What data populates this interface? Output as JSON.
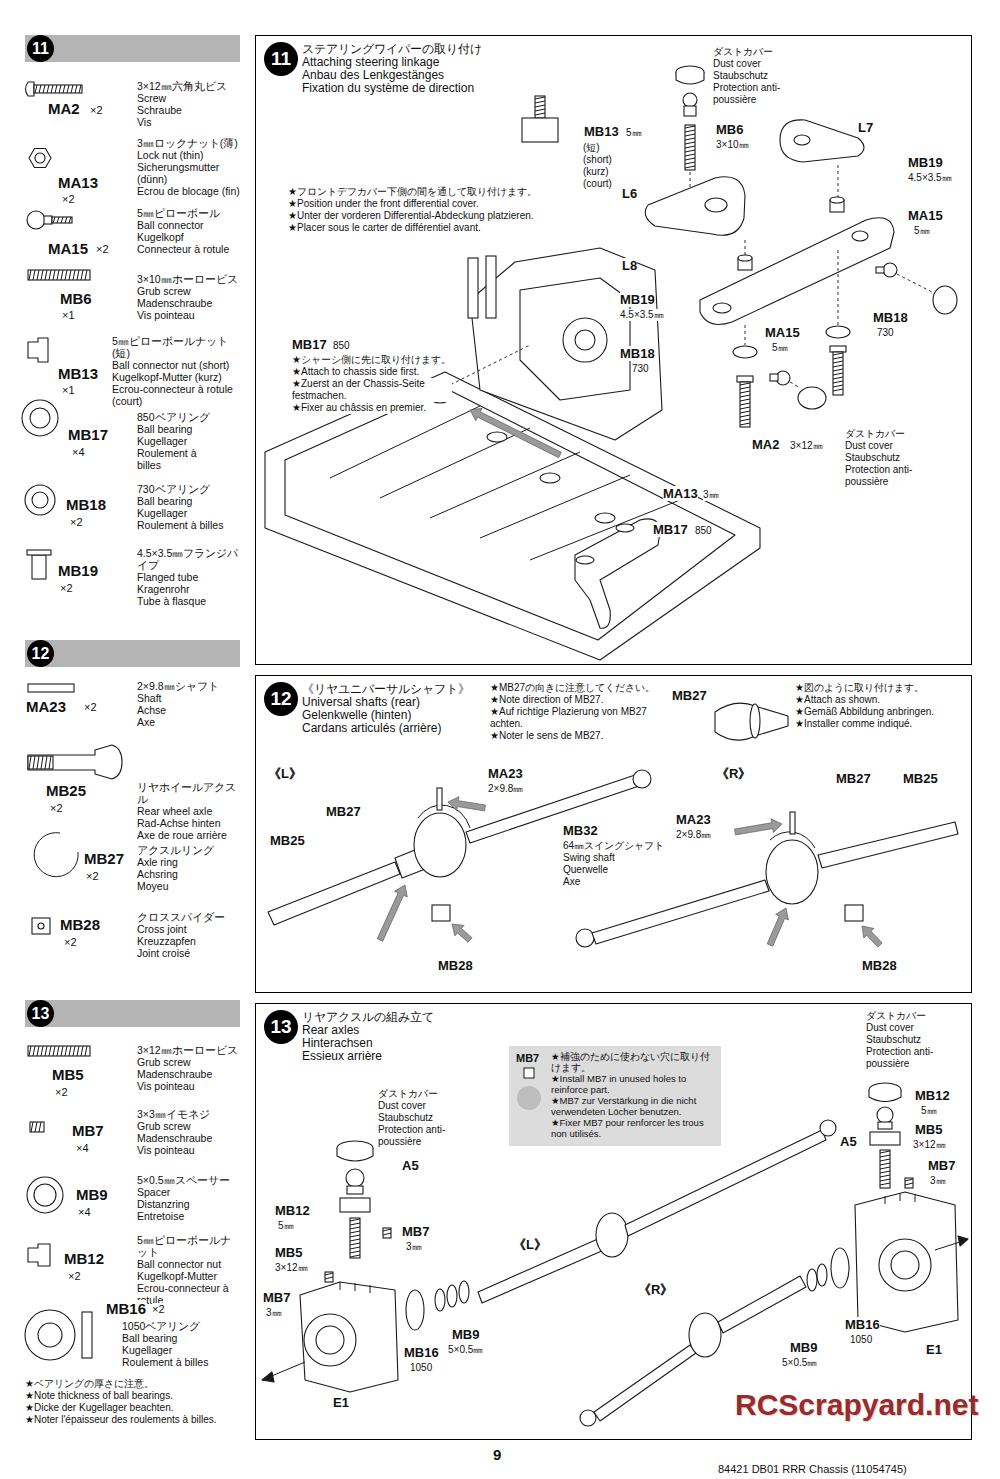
{
  "diagram": {
    "nodes": [
      {
        "text": [
          "11"
        ]
      },
      {
        "text": [
          "11",
          "ステアリングワイパーの取り付け",
          "Attaching steering linkage",
          "Anbau des Lenkgestänges",
          "Fixation du système de direction"
        ]
      },
      {
        "text": [
          "12"
        ]
      },
      {
        "text": [
          "12",
          "《リヤユニバーサルシャフト》",
          "Universal shafts (rear)",
          "Gelenkwelle (hinten)",
          "Cardans articulés (arrière)"
        ]
      },
      {
        "text": [
          "13"
        ]
      },
      {
        "text": [
          "13",
          "リヤアクスルの組み立て",
          "Rear axles",
          "Hinterachsen",
          "Essieux arrière"
        ]
      },
      {
        "text": [
          "MB7",
          "★補強のために使わない穴に取り付けます。",
          "★Install MB7 in unused holes to reinforce part.",
          "★MB7 zur Verstärkung in die nicht verwendeten Löcher benutzen.",
          "★Fixer MB7 pour renforcer les trous non utilisés."
        ],
        "in": 5
      }
    ],
    "labels": [
      "3×12㎜六角丸ビス",
      "Screw",
      "Schraube",
      "Vis",
      "MA2",
      "×2",
      "3㎜ロックナット(薄)",
      "Lock nut (thin)",
      "Sicherungsmutter (dünn)",
      "Ecrou de blocage (fin)",
      "MA13",
      "×2",
      "5㎜ピローボール",
      "Ball connector",
      "Kugelkopf",
      "Connecteur à rotule",
      "MA15",
      "×2",
      "3×10㎜ホーロービス",
      "Grub screw",
      "Madenschraube",
      "Vis pointeau",
      "MB6",
      "×1",
      "5㎜ピローボールナット(短)",
      "Ball connector nut (short)",
      "Kugelkopf-Mutter (kurz)",
      "Ecrou-connecteur à rotule (court)",
      "MB13",
      "×1",
      "850ベアリング",
      "Ball bearing",
      "Kugellager",
      "Roulement à billes",
      "MB17",
      "×4",
      "730ベアリング",
      "Ball bearing",
      "Kugellager",
      "Roulement à billes",
      "MB18",
      "×2",
      "4.5×3.5㎜フランジパイプ",
      "Flanged tube",
      "Kragenrohr",
      "Tube à flasque",
      "MB19",
      "×2",
      "MB13",
      "5㎜",
      "(短)",
      "(short)",
      "(kurz)",
      "(court)",
      "ダストカバー",
      "Dust cover",
      "Staubschutz",
      "Protection anti-poussière",
      "MB6",
      "3×10㎜",
      "L7",
      "L6",
      "MB19",
      "4.5×3.5㎜",
      "MA15",
      "5㎜",
      "L8",
      "MB19",
      "4.5×3.5㎜",
      "MB18",
      "730",
      "MA15",
      "5㎜",
      "MB18",
      "730",
      "MA2",
      "3×12㎜",
      "ダストカバー",
      "Dust cover",
      "Staubschutz",
      "Protection anti-poussière",
      "MA13",
      "3㎜",
      "MB17",
      "850",
      "★フロントデフカバー下側の間を通して取り付けます。",
      "★Position under the front differential cover.",
      "★Unter der vorderen Differential-Abdeckung platzieren.",
      "★Placer sous le carter de différentiel avant.",
      "MB17",
      "850",
      "★シャーシ側に先に取り付けます。",
      "★Attach to chassis side first.",
      "★Zuerst an der Chassis-Seite festmachen.",
      "★Fixer au châssis en premier.",
      "2×9.8㎜シャフト",
      "Shaft",
      "Achse",
      "Axe",
      "MA23",
      "×2",
      "リヤホイールアクスル",
      "Rear wheel axle",
      "Rad-Achse hinten",
      "Axe de roue arrière",
      "MB25",
      "×2",
      "アクスルリング",
      "Axle ring",
      "Achsring",
      "Moyeu",
      "MB27",
      "×2",
      "クロススパイダー",
      "Cross joint",
      "Kreuzzapfen",
      "Joint croisé",
      "MB28",
      "×2",
      "★MB27の向きに注意してください。",
      "★Note direction of MB27.",
      "★Auf richtige Plazierung von MB27 achten.",
      "★Noter le sens de MB27.",
      "MB27",
      "★図のように取り付けます。",
      "★Attach as shown.",
      "★Gemäß Abbildung anbringen.",
      "★Installer comme indiqué.",
      "《L》",
      "MA23",
      "2×9.8㎜",
      "MB27",
      "MB25",
      "MB32",
      "64㎜スイングシャフト",
      "Swing shaft",
      "Querwelle",
      "Axe",
      "MB28",
      "《R》",
      "MB27",
      "MB25",
      "MA23",
      "2×9.8㎜",
      "MB28",
      "3×12㎜ホーロービス",
      "Grub screw",
      "Madenschraube",
      "Vis pointeau",
      "MB5",
      "×2",
      "3×3㎜イモネジ",
      "Grub screw",
      "Madenschraube",
      "Vis pointeau",
      "MB7",
      "×4",
      "5×0.5㎜スペーサー",
      "Spacer",
      "Distanzring",
      "Entretoise",
      "MB9",
      "×4",
      "5㎜ピローボールナット",
      "Ball connector nut",
      "Kugelkopf-Mutter",
      "Ecrou-connecteur à rotule",
      "MB12",
      "×2",
      "MB16",
      "×2",
      "1050ベアリング",
      "Ball bearing",
      "Kugellager",
      "Roulement à billes",
      "★ベアリングの厚さに注意。",
      "★Note thickness of ball bearings.",
      "★Dicke der Kugellager beachten.",
      "★Noter l'épaisseur des roulements à billes.",
      "ダストカバー",
      "Dust cover",
      "Staubschutz",
      "Protection anti-poussière",
      "MB12",
      "5㎜",
      "A5",
      "MB5",
      "3×12㎜",
      "MB7",
      "3㎜",
      "MB7",
      "3㎜",
      "《L》",
      "MB16",
      "1050",
      "MB9",
      "5×0.5㎜",
      "E1",
      "《R》",
      "MB9",
      "5×0.5㎜",
      "MB16",
      "1050",
      "E1",
      "ダストカバー",
      "Dust cover",
      "Staubschutz",
      "Protection anti-poussière",
      "MB12",
      "5㎜",
      "A5",
      "MB5",
      "3×12㎜",
      "MB7",
      "3㎜",
      "RCScrapyard.net",
      "9",
      "84421 DB01 RRR Chassis (11054745)"
    ]
  }
}
